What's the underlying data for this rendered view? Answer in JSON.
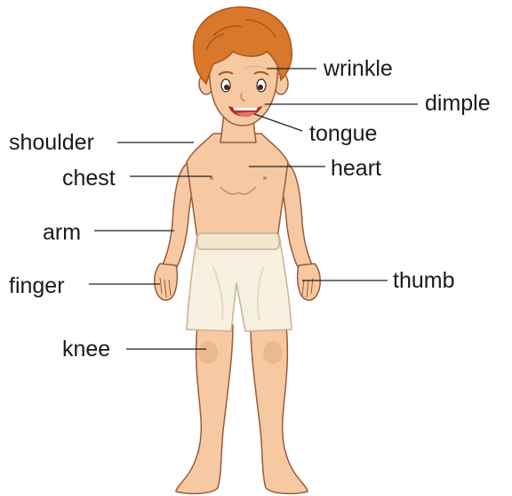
{
  "labels": {
    "wrinkle": "wrinkle",
    "dimple": "dimple",
    "tongue": "tongue",
    "shoulder": "shoulder",
    "chest": "chest",
    "heart": "heart",
    "arm": "arm",
    "finger": "finger",
    "thumb": "thumb",
    "knee": "knee"
  },
  "colors": {
    "skin": "#f7c9a2",
    "skin_shadow": "#e8ad82",
    "outline": "#9a5b3a",
    "hair": "#d9782b",
    "hair_dark": "#a9561b",
    "shorts": "#f8efe1",
    "shorts_shadow": "#e8d8c0",
    "mouth": "#b8362e",
    "tongue": "#e9746a",
    "leader_line": "#222222",
    "text": "#1a1a1a"
  }
}
